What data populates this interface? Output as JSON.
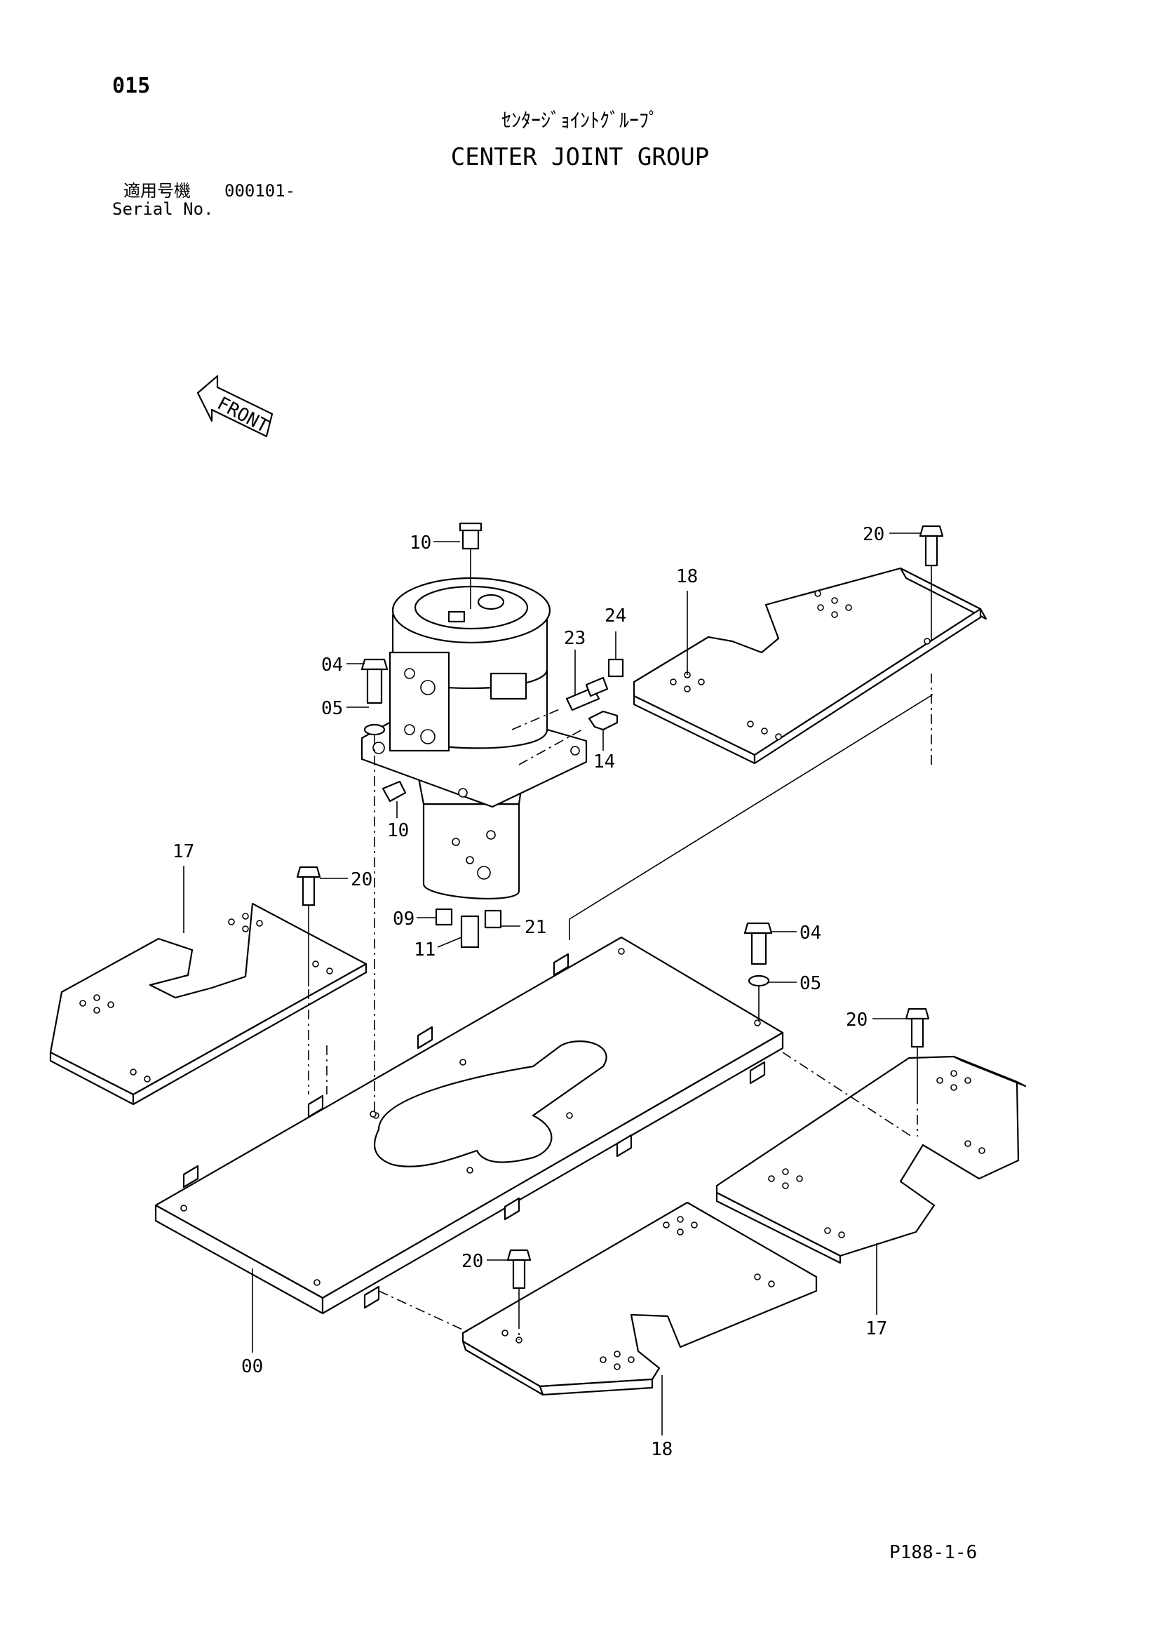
{
  "header": {
    "page_number": "015",
    "title_jp": "ｾﾝﾀｰｼﾞｮｲﾝﾄｸﾞﾙｰﾌﾟ",
    "title_en": "CENTER JOINT GROUP",
    "serial_label_jp": "適用号機",
    "serial_range": "000101-",
    "serial_label_en": "Serial No."
  },
  "diagram": {
    "front_label": "FRONT",
    "callouts": [
      {
        "id": "c-10a",
        "label": "10"
      },
      {
        "id": "c-04a",
        "label": "04"
      },
      {
        "id": "c-05a",
        "label": "05"
      },
      {
        "id": "c-23",
        "label": "23"
      },
      {
        "id": "c-24",
        "label": "24"
      },
      {
        "id": "c-14",
        "label": "14"
      },
      {
        "id": "c-10b",
        "label": "10"
      },
      {
        "id": "c-09",
        "label": "09"
      },
      {
        "id": "c-11",
        "label": "11"
      },
      {
        "id": "c-21",
        "label": "21"
      },
      {
        "id": "c-18a",
        "label": "18"
      },
      {
        "id": "c-20a",
        "label": "20"
      },
      {
        "id": "c-17a",
        "label": "17"
      },
      {
        "id": "c-20b",
        "label": "20"
      },
      {
        "id": "c-04b",
        "label": "04"
      },
      {
        "id": "c-05b",
        "label": "05"
      },
      {
        "id": "c-20c",
        "label": "20"
      },
      {
        "id": "c-20d",
        "label": "20"
      },
      {
        "id": "c-00",
        "label": "00"
      },
      {
        "id": "c-17b",
        "label": "17"
      },
      {
        "id": "c-18b",
        "label": "18"
      }
    ]
  },
  "footer": {
    "drawing_code": "P188-1-6"
  }
}
